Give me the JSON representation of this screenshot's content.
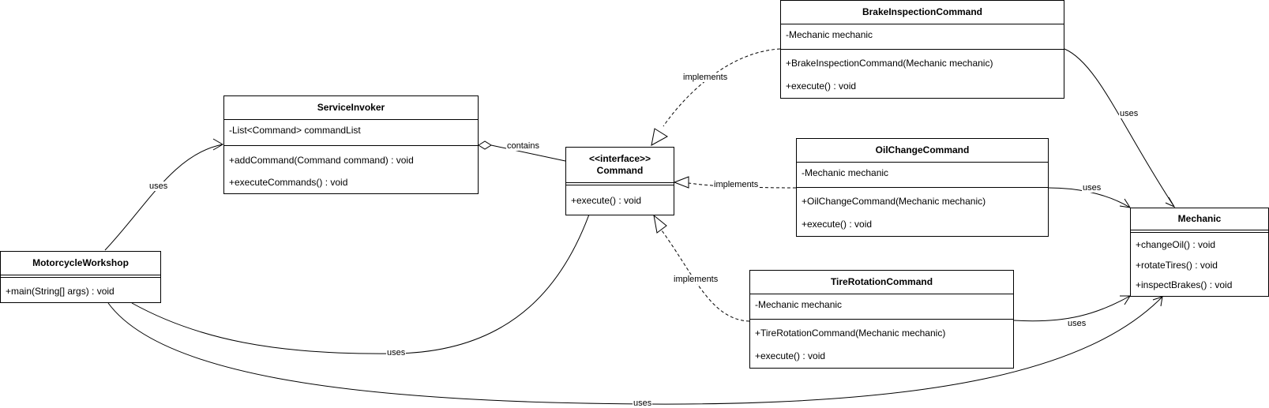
{
  "diagram": {
    "classes": {
      "service_invoker": {
        "name": "ServiceInvoker",
        "attributes": [
          "-List<Command> commandList"
        ],
        "methods": [
          "+addCommand(Command command) : void",
          "+executeCommands() : void"
        ]
      },
      "command": {
        "stereotype": "<<interface>>",
        "name": "Command",
        "methods": [
          "+execute() : void"
        ]
      },
      "motorcycle_workshop": {
        "name": "MotorcycleWorkshop",
        "methods": [
          "+main(String[] args) : void"
        ]
      },
      "brake_inspection_command": {
        "name": "BrakeInspectionCommand",
        "attributes": [
          "-Mechanic mechanic"
        ],
        "methods": [
          "+BrakeInspectionCommand(Mechanic mechanic)",
          "+execute() : void"
        ]
      },
      "oil_change_command": {
        "name": "OilChangeCommand",
        "attributes": [
          "-Mechanic mechanic"
        ],
        "methods": [
          "+OilChangeCommand(Mechanic mechanic)",
          "+execute() : void"
        ]
      },
      "tire_rotation_command": {
        "name": "TireRotationCommand",
        "attributes": [
          "-Mechanic mechanic"
        ],
        "methods": [
          "+TireRotationCommand(Mechanic mechanic)",
          "+execute() : void"
        ]
      },
      "mechanic": {
        "name": "Mechanic",
        "methods": [
          "+changeOil() : void",
          "+rotateTires() : void",
          "+inspectBrakes() : void"
        ]
      }
    },
    "relationships": {
      "workshop_invoker": "uses",
      "invoker_command": "contains",
      "workshop_command": "uses",
      "workshop_mechanic": "uses",
      "brake_command": "implements",
      "oil_command": "implements",
      "tire_command": "implements",
      "brake_mechanic": "uses",
      "oil_mechanic": "uses",
      "tire_mechanic": "uses"
    }
  }
}
